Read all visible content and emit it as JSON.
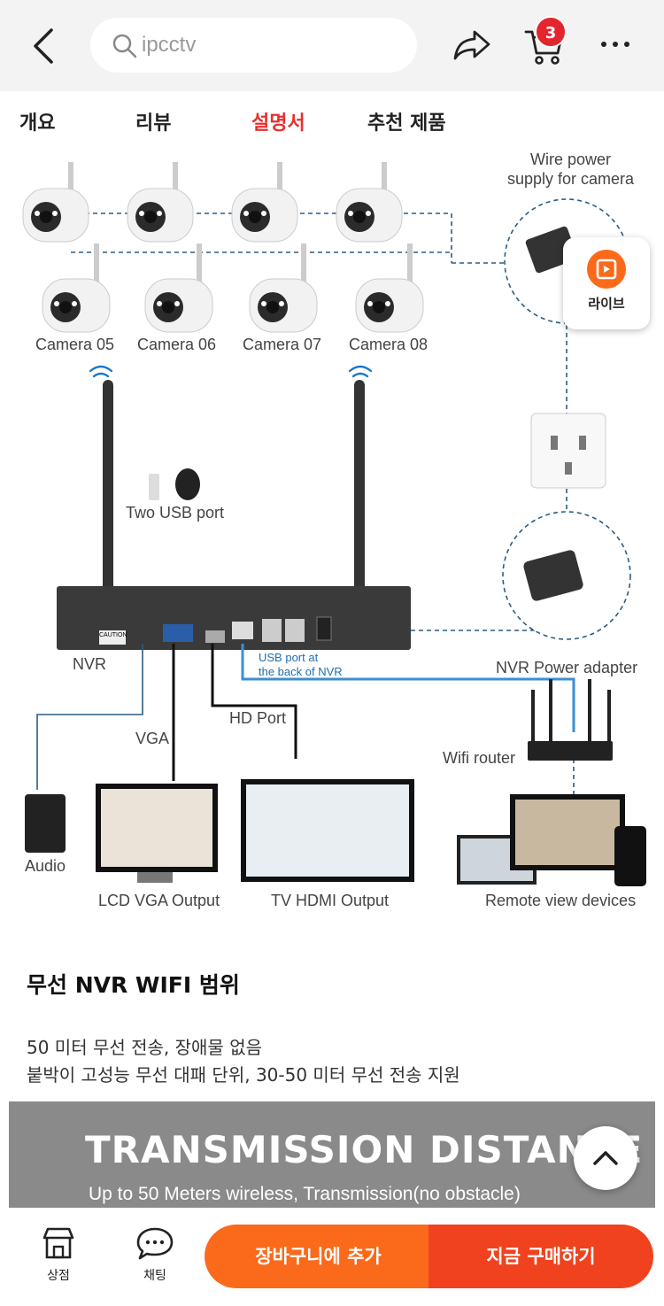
{
  "header": {
    "search_text": "ipcctv",
    "cart_count": "3",
    "icons": [
      "back-arrow-icon",
      "search-icon",
      "share-icon",
      "cart-icon",
      "more-icon"
    ]
  },
  "tabs": [
    {
      "label": "개요",
      "active": false
    },
    {
      "label": "리뷰",
      "active": false
    },
    {
      "label": "설명서",
      "active": true
    },
    {
      "label": "추천 제품",
      "active": false
    }
  ],
  "diagram": {
    "power_label": "Wire power\nsupply for camera",
    "cameras": [
      "Camera 05",
      "Camera 06",
      "Camera 07",
      "Camera 08"
    ],
    "usb_label": "Two USB port",
    "nvr_label": "NVR",
    "usb_back_label": "USB port at\nthe back of NVR",
    "adapter_label": "NVR Power adapter",
    "hd_port_label": "HD Port",
    "vga_label": "VGA",
    "router_label": "Wifi router",
    "audio_label": "Audio",
    "lcd_label": "LCD VGA Output",
    "tv_label": "TV HDMI Output",
    "remote_label": "Remote view devices",
    "caution_label": "CAUTION"
  },
  "live": {
    "label": "라이브"
  },
  "section": {
    "title": "무선 NVR WIFI 범위",
    "line1": "50 미터 무선 전송, 장애물 없음",
    "line2": "붙박이 고성능 무선 대패 단위, 30-50 미터 무선 전송 지원"
  },
  "banner": {
    "title": "TRANSMISSION DISTANCE",
    "subtitle": "Up to 50 Meters wireless, Transmission(no obstacle)"
  },
  "bottom": {
    "store_label": "상점",
    "chat_label": "채팅",
    "add_cart_label": "장바구니에 추가",
    "buy_label": "지금 구매하기"
  },
  "colors": {
    "accent": "#e8312e",
    "orange": "#fb6a1a",
    "buy": "#f0421e"
  }
}
